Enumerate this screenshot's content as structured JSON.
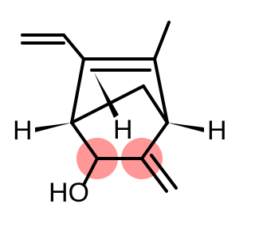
{
  "diagram": {
    "atom_labels": {
      "hydroxyl": "HO",
      "hydrogen_left": "H",
      "hydrogen_middle": "H",
      "hydrogen_right": "H"
    },
    "colors": {
      "bond": "#000000",
      "highlight": "#ff8080",
      "background": "#ffffff"
    }
  }
}
